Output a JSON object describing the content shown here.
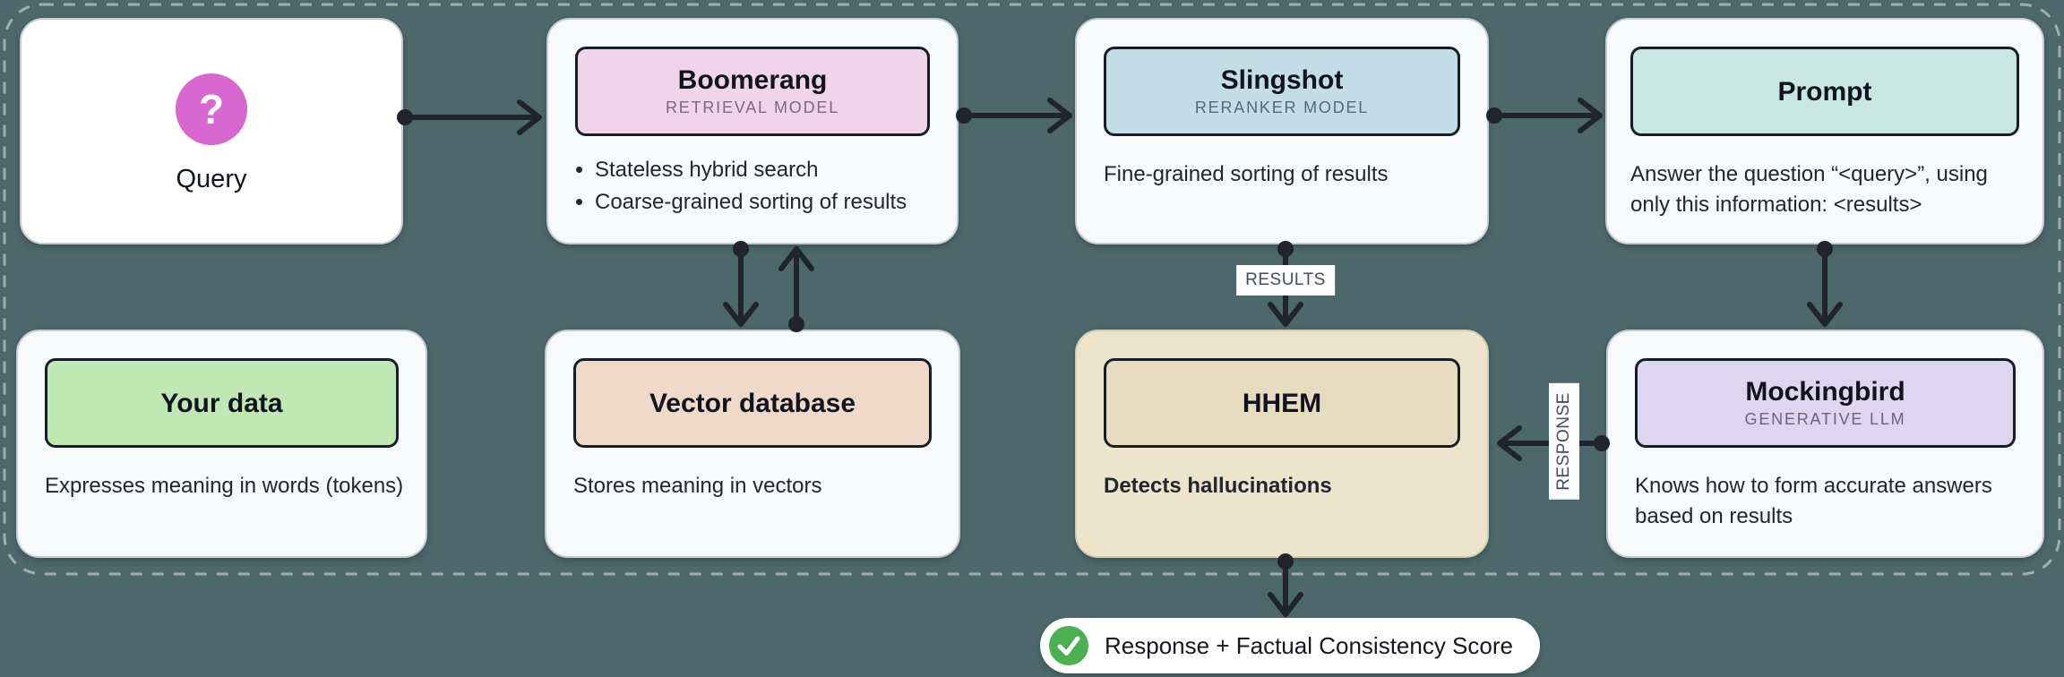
{
  "diagram": {
    "background_color": "#4D686C",
    "frame_border_color": "#A2ABB2",
    "arrow_color": "#20242E",
    "cards": {
      "query": {
        "title": "Query",
        "icon": "question-mark-icon",
        "icon_glyph": "?",
        "icon_color": "#D867CF"
      },
      "boomerang": {
        "title": "Boomerang",
        "subtitle": "RETRIEVAL MODEL",
        "header_color": "#EFD4EC",
        "bullets": [
          "Stateless hybrid search",
          "Coarse-grained sorting of results"
        ]
      },
      "slingshot": {
        "title": "Slingshot",
        "subtitle": "RERANKER MODEL",
        "header_color": "#C3DDE7",
        "description": "Fine-grained sorting of results"
      },
      "prompt": {
        "title": "Prompt",
        "header_color": "#C9E7E1",
        "description": "Answer the question “<query>”, using only this information: <results>"
      },
      "your_data": {
        "title": "Your data",
        "header_color": "#C0E8B5",
        "description": "Expresses meaning in words (tokens)"
      },
      "vector_database": {
        "title": "Vector database",
        "header_color": "#EFDAC9",
        "description": "Stores meaning in vectors"
      },
      "hhem": {
        "title": "HHEM",
        "header_color": "#E7DCBF",
        "card_color": "#ECE5CC",
        "description": "Detects hallucinations"
      },
      "mockingbird": {
        "title": "Mockingbird",
        "subtitle": "GENERATIVE LLM",
        "header_color": "#DED5EE",
        "description": "Knows how to form accurate answers based on results"
      }
    },
    "flow_labels": {
      "results": "RESULTS",
      "response": "RESPONSE"
    },
    "output_pill": {
      "text": "Response + Factual Consistency Score",
      "icon": "check-icon",
      "check_color": "#4CAF50"
    }
  }
}
